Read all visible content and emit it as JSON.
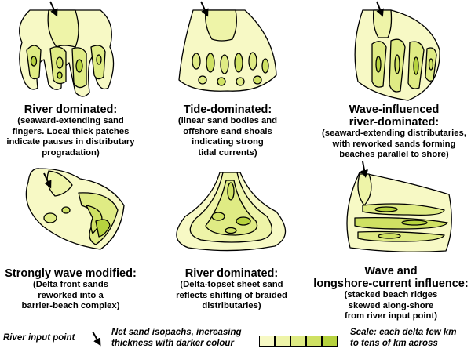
{
  "panels": [
    {
      "title": "River dominated:",
      "desc": [
        "(seaward-extending sand",
        "fingers. Local thick patches",
        "indicate pauses in distributary",
        "progradation)"
      ]
    },
    {
      "title": "Tide-dominated:",
      "desc": [
        "(linear sand bodies and",
        "offshore sand shoals",
        "indicating strong",
        "tidal currents)"
      ]
    },
    {
      "title": "Wave-influenced",
      "title2": "river-dominated:",
      "desc": [
        "(seaward-extending distributaries,",
        "with reworked sands forming",
        "beaches parallel to shore)"
      ]
    },
    {
      "title": "Strongly wave modified:",
      "desc": [
        "(Delta front sands",
        "reworked into a",
        "barrier-beach complex)"
      ]
    },
    {
      "title": "River dominated:",
      "desc": [
        "(Delta-topset sheet sand",
        "reflects shifting of braided",
        "distributaries)"
      ]
    },
    {
      "title": "Wave and",
      "title2": "longshore-current influence:",
      "desc": [
        "(stacked beach ridges",
        "skewed along-shore",
        "from river input point)"
      ]
    }
  ],
  "legend": {
    "river_input_label": "River input point",
    "isopach_label": [
      "Net sand isopachs, increasing",
      "thickness with darker colour"
    ],
    "scale_label": [
      "Scale: each delta  few km",
      "to tens of km across"
    ],
    "isopach_colors": [
      "#f7f9c5",
      "#eef4a8",
      "#dfeb84",
      "#cfe163",
      "#b6d23e"
    ]
  }
}
